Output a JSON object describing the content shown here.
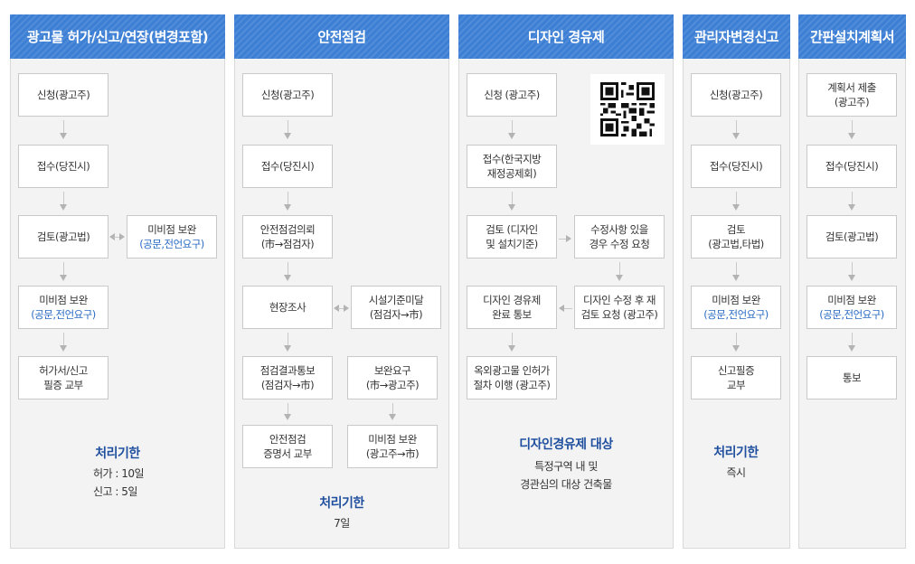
{
  "columns": [
    {
      "title": "광고물 허가/신고/연장(변경포함)",
      "steps": [
        "신청(광고주)",
        "접수(당진시)",
        "검토(광고법)"
      ],
      "side": {
        "line1": "미비점 보완",
        "line2": "(공문,전언요구)"
      },
      "step4": {
        "line1": "미비점 보완",
        "line2": "(공문,전언요구)"
      },
      "step5": {
        "line1": "허가서/신고",
        "line2": "필증 교부"
      },
      "deadline_title": "처리기한",
      "deadline_lines": [
        "허가 : 10일",
        "신고 : 5일"
      ]
    },
    {
      "title": "안전점검",
      "steps": [
        "신청(광고주)",
        "접수(당진시)"
      ],
      "step3": {
        "line1": "안전점검의뢰",
        "line2": "(市→점검자)"
      },
      "step4": "현장조사",
      "side4": {
        "line1": "시설기준미달",
        "line2": "(점검자→市)"
      },
      "step5": {
        "line1": "점검결과통보",
        "line2": "(점검자→市)"
      },
      "side5": {
        "line1": "보완요구",
        "line2": "(市→광고주)"
      },
      "step6": {
        "line1": "안전점검",
        "line2": "증명서 교부"
      },
      "side6": {
        "line1": "미비점 보완",
        "line2": "(광고주→市)"
      },
      "deadline_title": "처리기한",
      "deadline_value": "7일"
    },
    {
      "title": "디자인 경유제",
      "step1": "신청 (광고주)",
      "step2": {
        "line1": "접수(한국지방",
        "line2": "재정공제회)"
      },
      "step3": {
        "line1": "검토 (디자인",
        "line2": "및 설치기준)"
      },
      "side3": {
        "line1": "수정사항 있을",
        "line2": "경우 수정 요청"
      },
      "step4": {
        "line1": "디자인 경유제",
        "line2": "완료 통보"
      },
      "side4": {
        "line1": "디자인 수정 후 재",
        "line2": "검토 요청 (광고주)"
      },
      "step5": {
        "line1": "옥외광고물 인허가",
        "line2": "절차 이행 (광고주)"
      },
      "target_title": "디자인경유제 대상",
      "target_lines": [
        "특정구역 내 및",
        "경관심의 대상 건축물"
      ],
      "qr_icon": "qr-code-icon"
    },
    {
      "title": "관리자변경신고",
      "steps": [
        "신청(광고주)",
        "접수(당진시)"
      ],
      "step3": {
        "line1": "검토",
        "line2": "(광고법,타법)"
      },
      "step4": {
        "line1": "미비점 보완",
        "line2": "(공문,전언요구)"
      },
      "step5": {
        "line1": "신고필증",
        "line2": "교부"
      },
      "deadline_title": "처리기한",
      "deadline_value": "즉시"
    },
    {
      "title": "간판설치계획서",
      "step1": {
        "line1": "계획서 제출",
        "line2": "(광고주)"
      },
      "steps": [
        "접수(당진시)",
        "검토(광고법)"
      ],
      "step4": {
        "line1": "미비점 보완",
        "line2": "(공문,전언요구)"
      },
      "step5": "통보"
    }
  ],
  "colors": {
    "header": "#3d7fd4",
    "accent_text": "#2b6cc4",
    "deadline": "#1f4f9e"
  }
}
